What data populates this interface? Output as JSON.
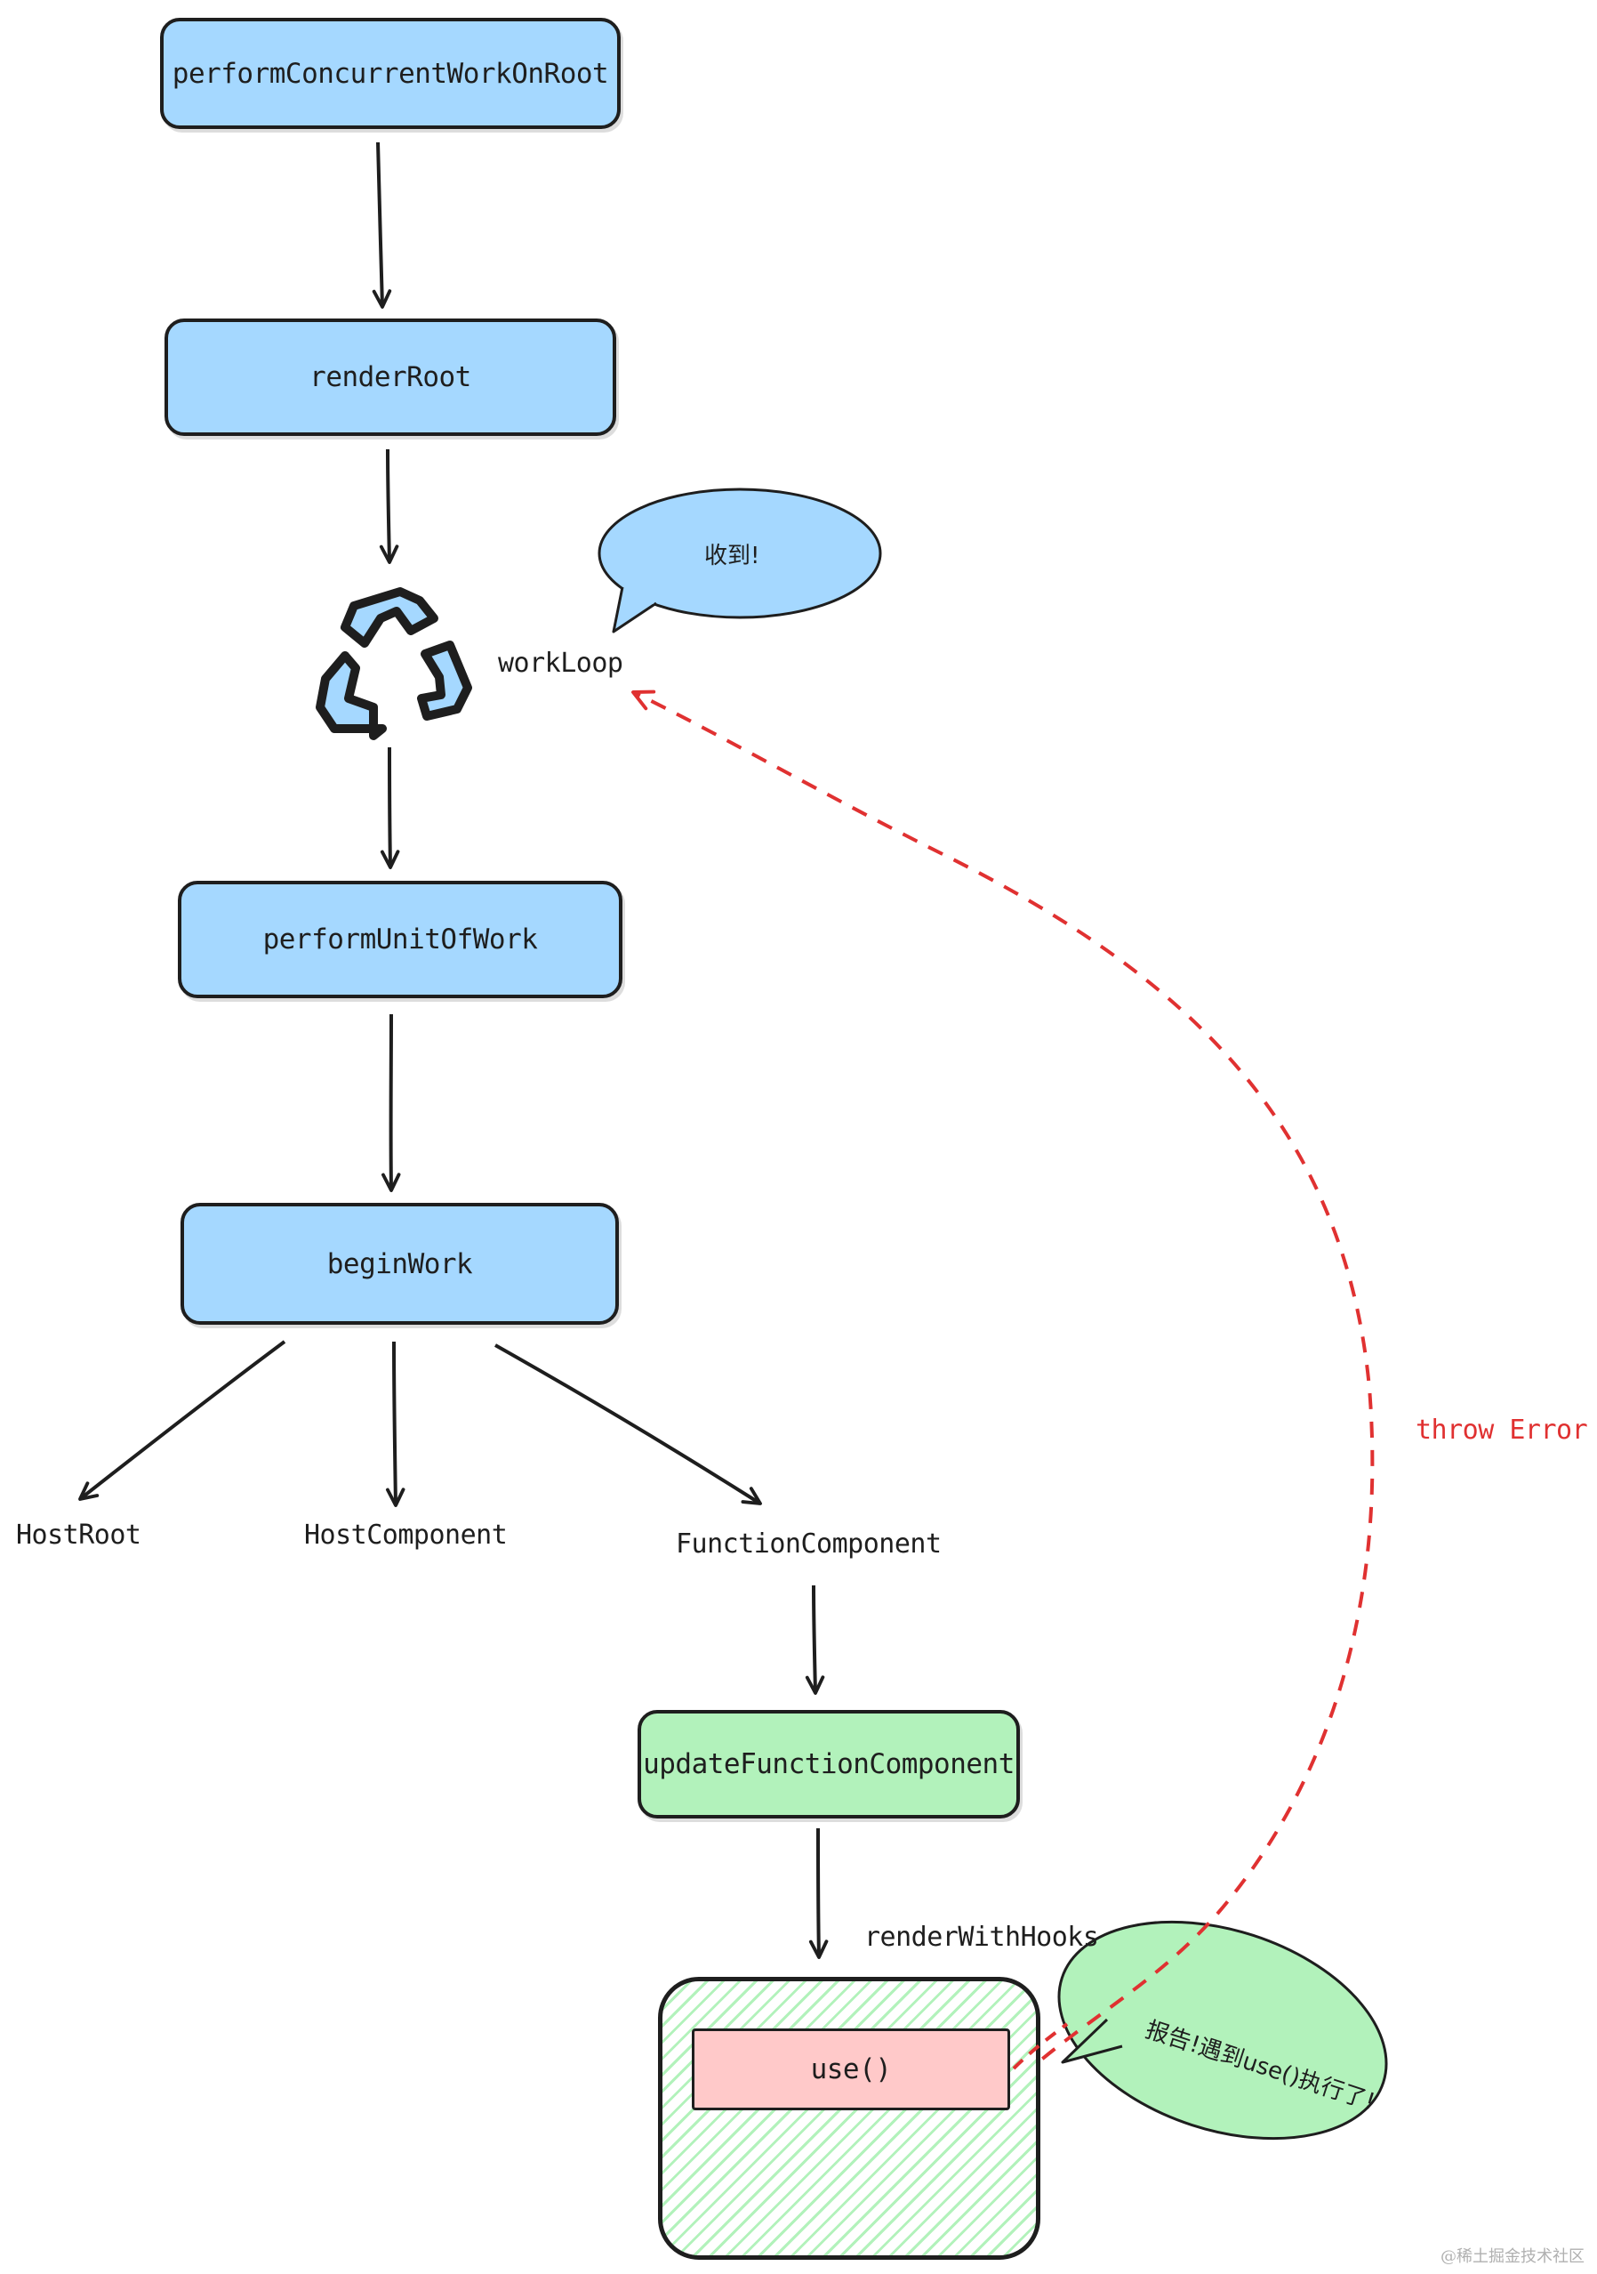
{
  "nodes": {
    "perform_concurrent": "performConcurrentWorkOnRoot",
    "render_root": "renderRoot",
    "work_loop": "workLoop",
    "perform_unit": "performUnitOfWork",
    "begin_work": "beginWork",
    "host_root": "HostRoot",
    "host_component": "HostComponent",
    "function_component": "FunctionComponent",
    "update_function_component": "updateFunctionComponent",
    "render_with_hooks": "renderWithHooks",
    "use_call": "use()"
  },
  "bubbles": {
    "received": "收到!",
    "report": "报告!遇到use()执行了!"
  },
  "edge_labels": {
    "throw_error": "throw Error"
  },
  "watermark": "@稀土掘金技术社区",
  "colors": {
    "blue_fill": "#a5d8ff",
    "green_fill": "#b2f2bb",
    "pink_fill": "#ffc9c9",
    "stroke": "#1e1e1e",
    "error_red": "#e03131"
  },
  "icons": [
    "recycle-icon"
  ]
}
